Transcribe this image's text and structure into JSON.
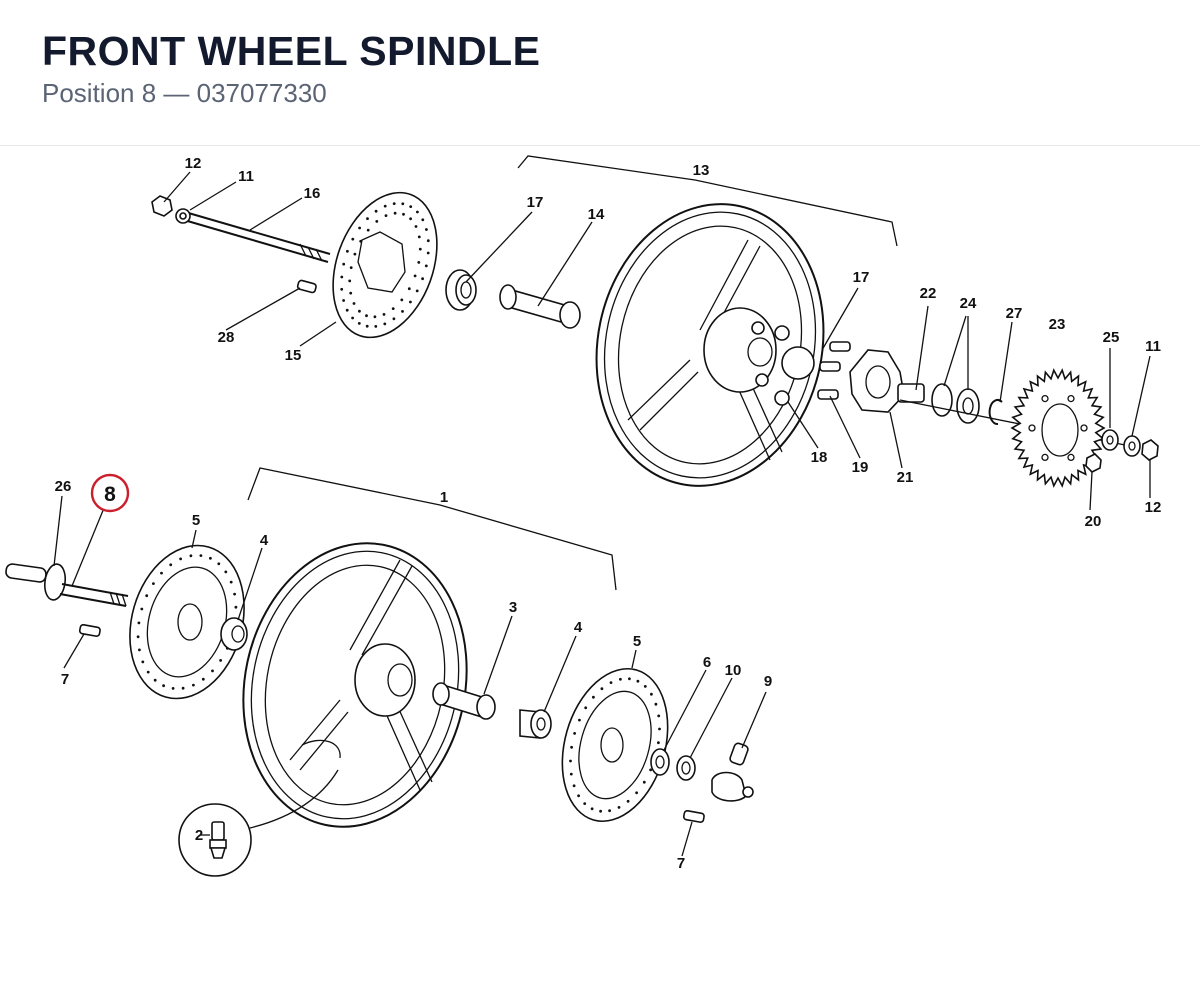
{
  "header": {
    "title": "FRONT WHEEL SPINDLE",
    "subtitle": "Position 8 — 037077330"
  },
  "highlight": {
    "label": "8",
    "color": "#cc1f2d"
  },
  "callouts": {
    "rear": {
      "c12a": "12",
      "c11a": "11",
      "c16": "16",
      "c13": "13",
      "c17a": "17",
      "c14": "14",
      "c28": "28",
      "c15": "15",
      "c17b": "17",
      "c22": "22",
      "c24": "24",
      "c27": "27",
      "c23": "23",
      "c25": "25",
      "c11b": "11",
      "c12b": "12",
      "c18": "18",
      "c19": "19",
      "c21": "21",
      "c20": "20"
    },
    "front": {
      "c26": "26",
      "c5a": "5",
      "c4a": "4",
      "c1": "1",
      "c7a": "7",
      "c3": "3",
      "c4b": "4",
      "c5b": "5",
      "c6": "6",
      "c10": "10",
      "c9": "9",
      "c7b": "7",
      "c2": "2"
    }
  }
}
